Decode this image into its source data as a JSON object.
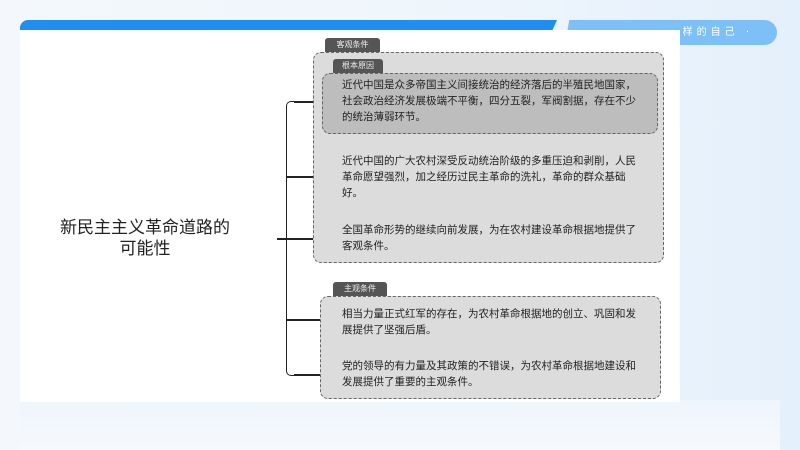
{
  "header": {
    "right_text": "样的自己 ·",
    "accent": "#1e8ef0"
  },
  "diagram": {
    "root": "新民主主义革命道路的可能性",
    "root_line1": "新民主主义革命道路的",
    "root_line2": "可能性",
    "groups": [
      {
        "label": "客观条件",
        "sub_label": "根本原因",
        "items": [
          "近代中国是众多帝国主义间接统治的经济落后的半殖民地国家，社会政治经济发展极端不平衡，四分五裂，军阀割据，存在不少的统治薄弱环节。",
          "近代中国的广大农村深受反动统治阶级的多重压迫和剥削，人民革命愿望强烈，加之经历过民主革命的洗礼，革命的群众基础好。",
          "全国革命形势的继续向前发展，为在农村建设革命根据地提供了客观条件。"
        ]
      },
      {
        "label": "主观条件",
        "items": [
          "相当力量正式红军的存在，为农村革命根据地的创立、巩固和发展提供了坚强后盾。",
          "党的领导的有力量及其政策的不错误，为农村革命根据地建设和发展提供了重要的主观条件。"
        ]
      }
    ]
  }
}
